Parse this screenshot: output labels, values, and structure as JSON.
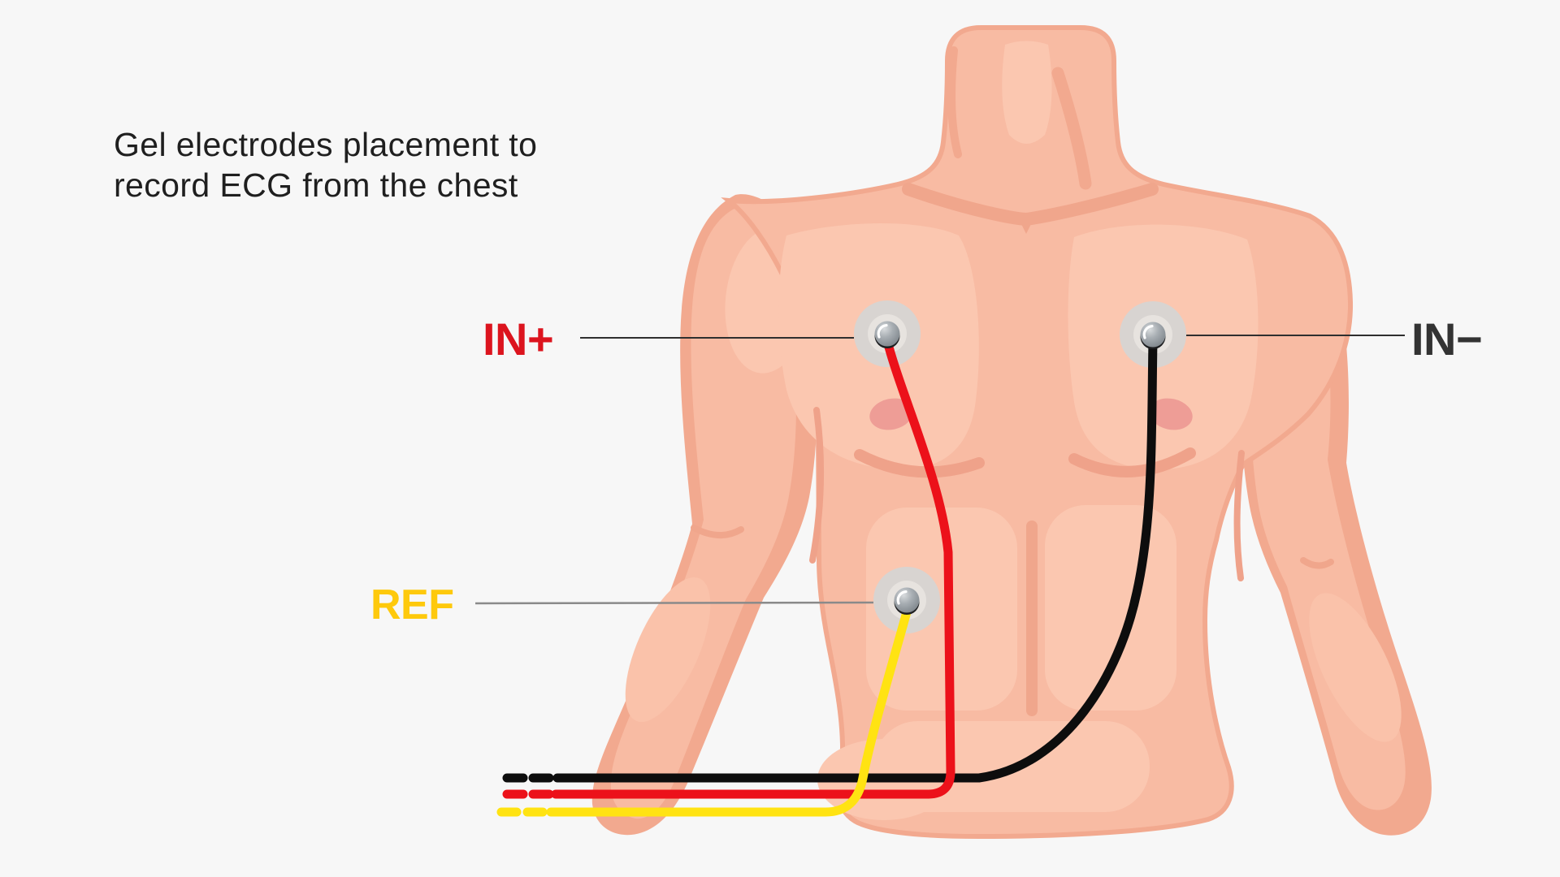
{
  "background_color": "#f7f7f7",
  "title": {
    "line1": "Gel electrodes placement to",
    "line2": "record ECG from the chest"
  },
  "labels": {
    "in_plus": {
      "text": "IN+",
      "color": "#dc141e"
    },
    "in_minus": {
      "text": "IN−",
      "color": "#333333"
    },
    "ref": {
      "text": "REF",
      "color": "#fec90c"
    }
  },
  "wires": {
    "in_plus": {
      "color": "#ec111a"
    },
    "in_minus": {
      "color": "#0d0d0d"
    },
    "ref": {
      "color": "#ffe312"
    }
  },
  "leader_lines": {
    "dark_color": "#2f2f2f",
    "gray_color": "#8a8a8a"
  },
  "electrode": {
    "pad_color": "#d8d4d1",
    "ring_color": "#e7e3df"
  },
  "skin": {
    "base": "#f8bba3",
    "shade": "#f2a98f",
    "light": "#fbc7b0",
    "nipple": "#ee9d96"
  },
  "electrodes": [
    {
      "id": "in_plus",
      "label": "IN+",
      "position": "left chest, above left nipple"
    },
    {
      "id": "in_minus",
      "label": "IN−",
      "position": "right chest, above right nipple"
    },
    {
      "id": "ref",
      "label": "REF",
      "position": "lower left abdomen at waist"
    }
  ]
}
